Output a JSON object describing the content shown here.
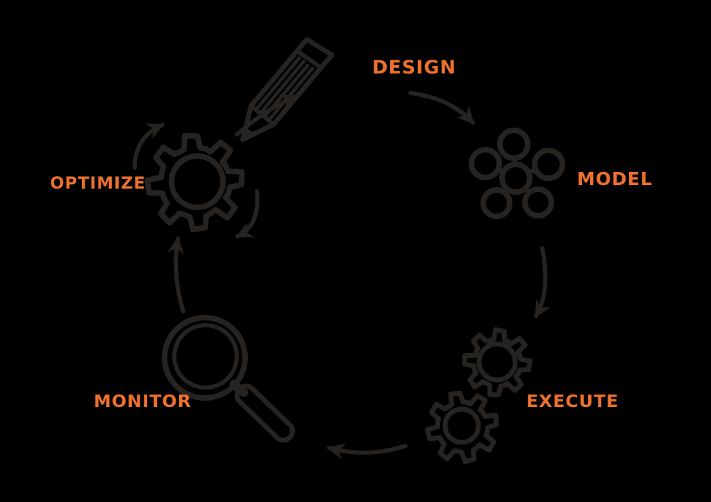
{
  "colors": {
    "background": "#000000",
    "ink": "#262320",
    "accent": "#ED712C"
  },
  "diagram": {
    "type": "cycle",
    "direction": "clockwise",
    "stages": [
      {
        "label": "DESIGN",
        "icon": "pencil-icon",
        "position": "top"
      },
      {
        "label": "MODEL",
        "icon": "molecule-icon",
        "position": "right"
      },
      {
        "label": "EXECUTE",
        "icon": "gears-icon",
        "position": "bottom-right"
      },
      {
        "label": "MONITOR",
        "icon": "magnifier-icon",
        "position": "bottom-left"
      },
      {
        "label": "OPTIMIZE",
        "icon": "gear-rotation-icon",
        "position": "left"
      }
    ],
    "connections": [
      {
        "from": "DESIGN",
        "to": "MODEL"
      },
      {
        "from": "MODEL",
        "to": "EXECUTE"
      },
      {
        "from": "EXECUTE",
        "to": "MONITOR"
      },
      {
        "from": "MONITOR",
        "to": "OPTIMIZE"
      },
      {
        "from": "OPTIMIZE",
        "to": "DESIGN"
      }
    ]
  }
}
